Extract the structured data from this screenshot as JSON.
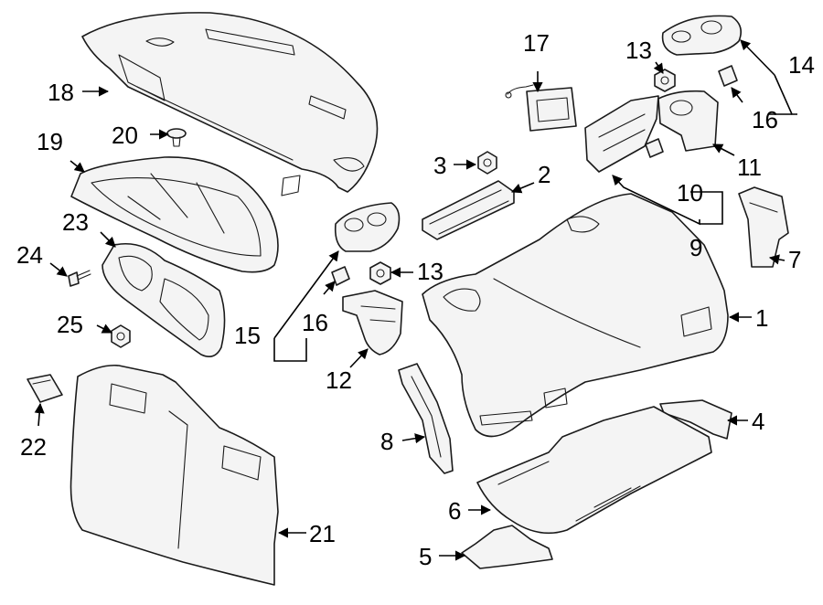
{
  "callouts": {
    "c1": "1",
    "c2": "2",
    "c3": "3",
    "c4": "4",
    "c5": "5",
    "c6": "6",
    "c7": "7",
    "c8": "8",
    "c9": "9",
    "c10": "10",
    "c11": "11",
    "c12": "12",
    "c13a": "13",
    "c13b": "13",
    "c14": "14",
    "c15": "15",
    "c16a": "16",
    "c16b": "16",
    "c17": "17",
    "c18": "18",
    "c19": "19",
    "c20": "20",
    "c21": "21",
    "c22": "22",
    "c23": "23",
    "c24": "24",
    "c25": "25"
  },
  "colors": {
    "line": "#1a1a1a",
    "fill": "#f4f4f4",
    "background": "#ffffff"
  }
}
